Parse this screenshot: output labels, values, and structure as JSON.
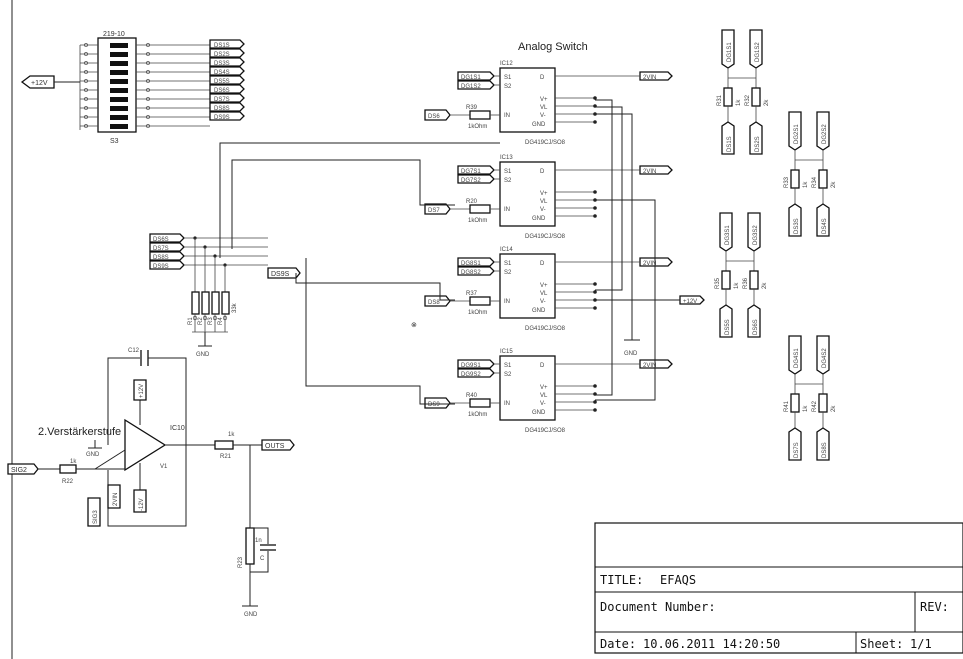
{
  "title_block": {
    "title_label": "TITLE:",
    "title_value": "EFAQS",
    "doc_label": "Document Number:",
    "rev_label": "REV:",
    "date_label": "Date:",
    "date_value": "10.06.2011 14:20:50",
    "sheet_label": "Sheet:",
    "sheet_value": "1/1"
  },
  "headings": {
    "analog_switch": "Analog Switch",
    "amp_stage": "2.Verstärkerstufe"
  },
  "dip_switch": {
    "part": "219-10",
    "ref": "S3",
    "outputs": [
      "DS1S",
      "DS2S",
      "DS3S",
      "DS4S",
      "DS5S",
      "DS6S",
      "DS7S",
      "DS8S",
      "DS9S"
    ],
    "supply": "+12V"
  },
  "analog_ics": [
    {
      "ref": "IC12",
      "part": "DG419CJ/SO8",
      "ctrl": "DS6",
      "res_ref": "R39",
      "res_val": "1kOhm",
      "in1": "DG1S1",
      "in2": "DG1S2",
      "out": "2VIN"
    },
    {
      "ref": "IC13",
      "part": "DG419CJ/SO8",
      "ctrl": "DS7",
      "res_ref": "R20",
      "res_val": "1kOhm",
      "in1": "DG7S1",
      "in2": "DG7S2",
      "out": "2VIN"
    },
    {
      "ref": "IC14",
      "part": "DG419CJ/SO8",
      "ctrl": "DS8",
      "res_ref": "R37",
      "res_val": "1kOhm",
      "in1": "DG8S1",
      "in2": "DG8S2",
      "out": "2VIN"
    },
    {
      "ref": "IC15",
      "part": "DG419CJ/SO8",
      "ctrl": "DS9",
      "res_ref": "R40",
      "res_val": "1kOhm",
      "in1": "DG9S1",
      "in2": "DG9S2",
      "out": "2VIN"
    }
  ],
  "ic_pins": {
    "s1": "S1",
    "s2": "S2",
    "in": "IN",
    "d": "D",
    "vplus": "V+",
    "vl": "VL",
    "vminus": "V-",
    "gnd": "GND"
  },
  "supply_labels": {
    "plus12": "+12V",
    "minus12": "-12V",
    "gnd": "GND",
    "v1": "V1"
  },
  "bus_labels": [
    "DS6S",
    "DS7S",
    "DS8S",
    "DS9S"
  ],
  "bus_out": "DS9S",
  "pulldown": {
    "refs": [
      "R1",
      "R2",
      "R3",
      "R4"
    ],
    "value": "33k"
  },
  "amplifier": {
    "ic_ref": "IC10",
    "cap_ref": "C12",
    "input": "SIG2",
    "r_in_ref": "R22",
    "r_in_val": "1k",
    "r_out_ref": "R21",
    "r_out_val": "1k",
    "output": "OUTS",
    "vin_label": "2VIN",
    "sig_label": "SIG3",
    "r_shunt_ref": "R23",
    "cap_out_val": "1n",
    "cap_out_ref": "C"
  },
  "divider_groups": [
    {
      "tops": [
        "DG1S1",
        "DG1S2"
      ],
      "refs": [
        "R31",
        "R32"
      ],
      "vals": [
        "1k",
        "2k"
      ],
      "bottoms": [
        "DS1S",
        "DS2S"
      ]
    },
    {
      "tops": [
        "DG2S1",
        "DG2S2"
      ],
      "refs": [
        "R33",
        "R34"
      ],
      "vals": [
        "1k",
        "2k"
      ],
      "bottoms": [
        "DS3S",
        "DS4S"
      ]
    },
    {
      "tops": [
        "DG3S1",
        "DG3S2"
      ],
      "refs": [
        "R35",
        "R36"
      ],
      "vals": [
        "1k",
        "2k"
      ],
      "bottoms": [
        "DS5S",
        "DS6S"
      ]
    },
    {
      "tops": [
        "DG4S1",
        "DG4S2"
      ],
      "refs": [
        "R41",
        "R42"
      ],
      "vals": [
        "1k",
        "2k"
      ],
      "bottoms": [
        "DS7S",
        "DS8S"
      ]
    }
  ],
  "misc": {
    "mark": "⊗"
  }
}
